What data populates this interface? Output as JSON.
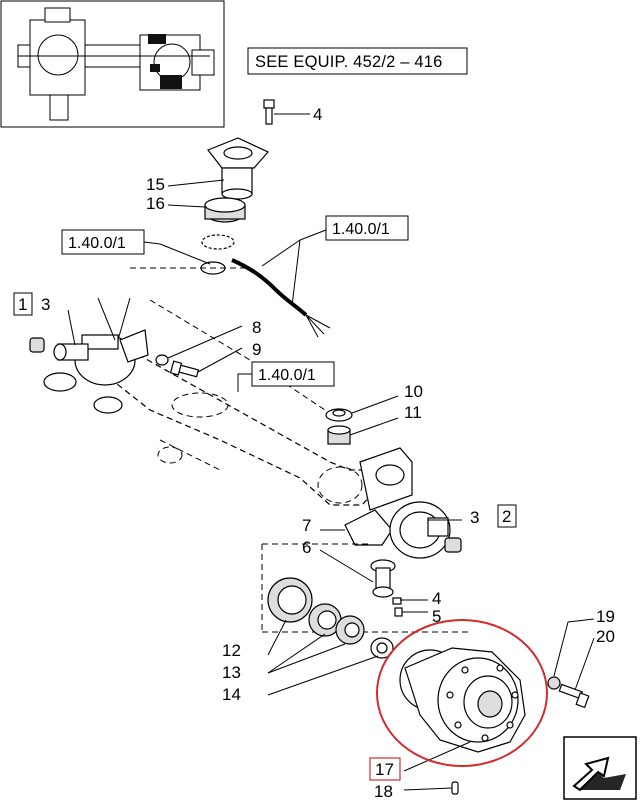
{
  "thumbnail": {
    "name": "axle-overview-thumbnail"
  },
  "see_equip": "SEE EQUIP. 452/2 – 416",
  "callouts": {
    "c4a": "4",
    "c15": "15",
    "c16": "16",
    "c3a": "3",
    "c1": "1",
    "c8": "8",
    "c9": "9",
    "c10": "10",
    "c11": "11",
    "c7": "7",
    "c6": "6",
    "c3b": "3",
    "c2": "2",
    "c4b": "4",
    "c5": "5",
    "c12": "12",
    "c13": "13",
    "c14": "14",
    "c17": "17",
    "c18": "18",
    "c19": "19",
    "c20": "20"
  },
  "refs": {
    "ref_left": "1.40.0/1",
    "ref_right": "1.40.0/1",
    "ref_center": "1.40.0/1"
  },
  "highlight_color": "#d22b2b",
  "nav": {
    "icon": "next-page-arrow-icon"
  }
}
